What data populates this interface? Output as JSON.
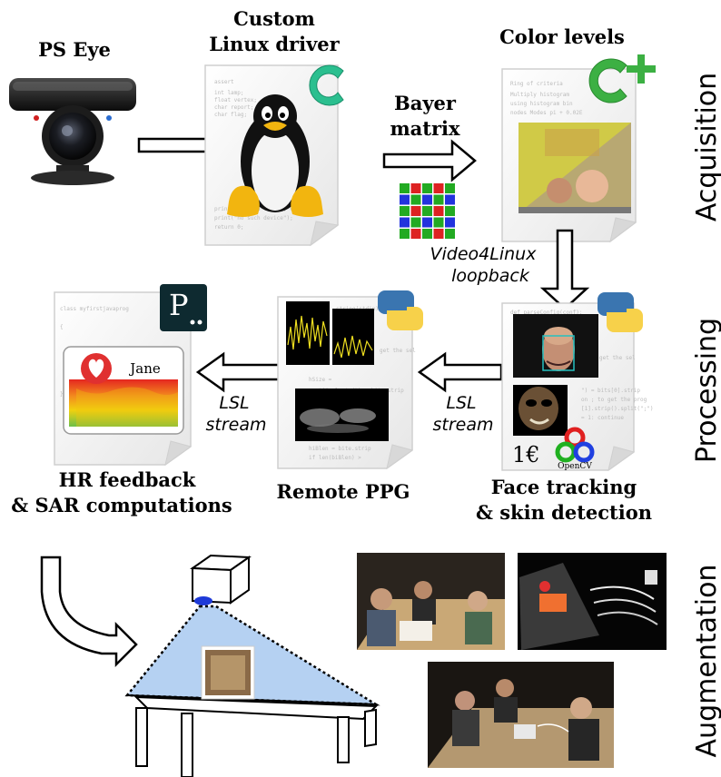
{
  "labels": {
    "ps_eye": "PS Eye",
    "driver_line1": "Custom",
    "driver_line2": "Linux driver",
    "color_levels": "Color levels",
    "bayer_line1": "Bayer",
    "bayer_line2": "matrix",
    "v4l_line1": "Video4Linux",
    "v4l_line2": "loopback",
    "lsl1_line1": "LSL",
    "lsl1_line2": "stream",
    "lsl2_line1": "LSL",
    "lsl2_line2": "stream",
    "hr_line1": "HR feedback",
    "hr_line2": "& SAR computations",
    "remote_ppg": "Remote PPG",
    "face_line1": "Face tracking",
    "face_line2": "& skin detection",
    "jane": "Jane",
    "one_euro": "1€",
    "opencv": "OpenCV",
    "processing_logo": "P"
  },
  "stages": [
    "Acquisition",
    "Processing",
    "Augmentation"
  ],
  "colors": {
    "c_logo": "#2bbf8f",
    "cpp_logo": "#3cb043",
    "python_blue": "#3a75b0",
    "python_yellow": "#f7d14a",
    "projection": "#9cc1ee",
    "heart": "#e03030"
  },
  "icons": [
    "webcam-icon",
    "tux-icon",
    "c-logo-icon",
    "cpp-logo-icon",
    "bayer-grid-icon",
    "python-icon",
    "processing-icon",
    "heart-icon",
    "opencv-icon",
    "projector-icon",
    "table-icon"
  ]
}
